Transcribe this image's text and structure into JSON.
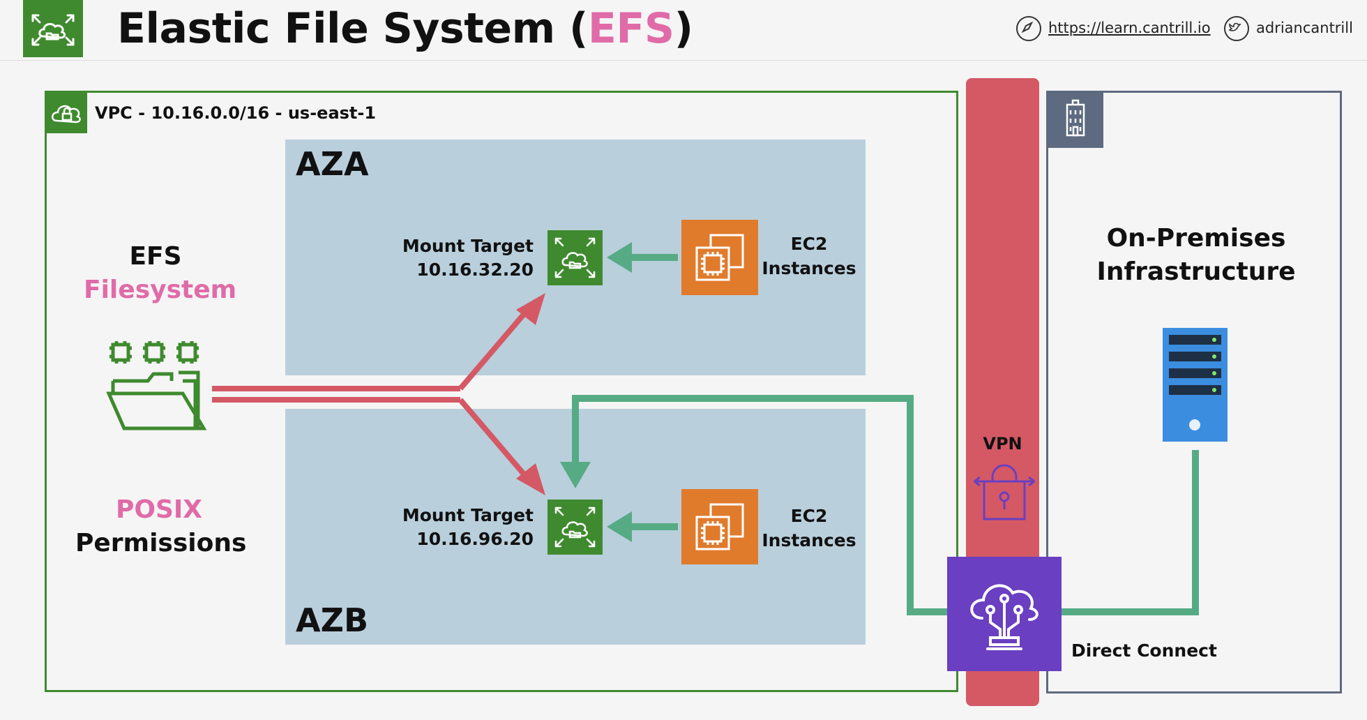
{
  "header": {
    "title_main": "Elastic File System (",
    "title_accent": "EFS",
    "title_close": ")",
    "url": "https://learn.cantrill.io",
    "twitter": "adriancantrill"
  },
  "vpc": {
    "label": "VPC - 10.16.0.0/16 - us-east-1"
  },
  "efs": {
    "line1": "EFS",
    "line2": "Filesystem"
  },
  "posix": {
    "line1": "POSIX",
    "line2": "Permissions"
  },
  "aza": {
    "label": "AZA",
    "mount_target_label": "Mount Target",
    "mount_target_ip": "10.16.32.20",
    "ec2_line1": "EC2",
    "ec2_line2": "Instances"
  },
  "azb": {
    "label": "AZB",
    "mount_target_label": "Mount Target",
    "mount_target_ip": "10.16.96.20",
    "ec2_line1": "EC2",
    "ec2_line2": "Instances"
  },
  "vpn": {
    "label": "VPN"
  },
  "direct_connect": {
    "label": "Direct Connect"
  },
  "onprem": {
    "line1": "On-Premises",
    "line2": "Infrastructure"
  },
  "colors": {
    "efs_green": "#3f8a2f",
    "accent_pink": "#e06ba8",
    "vpn_red": "#d45965",
    "teal_line": "#56ab84",
    "ec2_orange": "#e07b2c",
    "direct_connect_purple": "#6a3fc1",
    "server_blue": "#3b8de0",
    "az_blue": "#b9cfdc"
  }
}
